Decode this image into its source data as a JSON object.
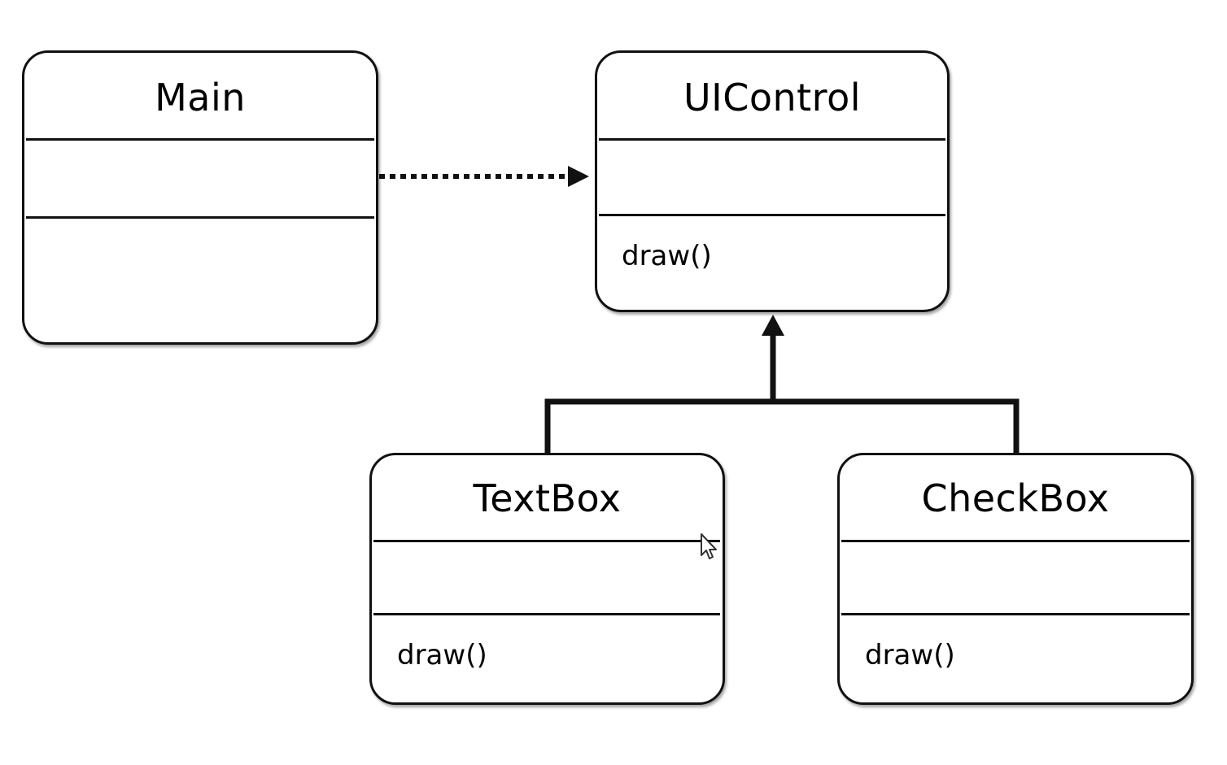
{
  "classes": {
    "main": {
      "name": "Main",
      "methods": []
    },
    "uicontrol": {
      "name": "UIControl",
      "methods": [
        "draw()"
      ]
    },
    "textbox": {
      "name": "TextBox",
      "methods": [
        "draw()"
      ]
    },
    "checkbox": {
      "name": "CheckBox",
      "methods": [
        "draw()"
      ]
    }
  },
  "relations": [
    {
      "type": "dependency",
      "from": "Main",
      "to": "UIControl",
      "style": "dotted"
    },
    {
      "type": "generalization",
      "from": "TextBox",
      "to": "UIControl"
    },
    {
      "type": "generalization",
      "from": "CheckBox",
      "to": "UIControl"
    }
  ],
  "colors": {
    "stroke": "#111111",
    "background": "#ffffff"
  },
  "cursor": "arrow-pointer-icon"
}
